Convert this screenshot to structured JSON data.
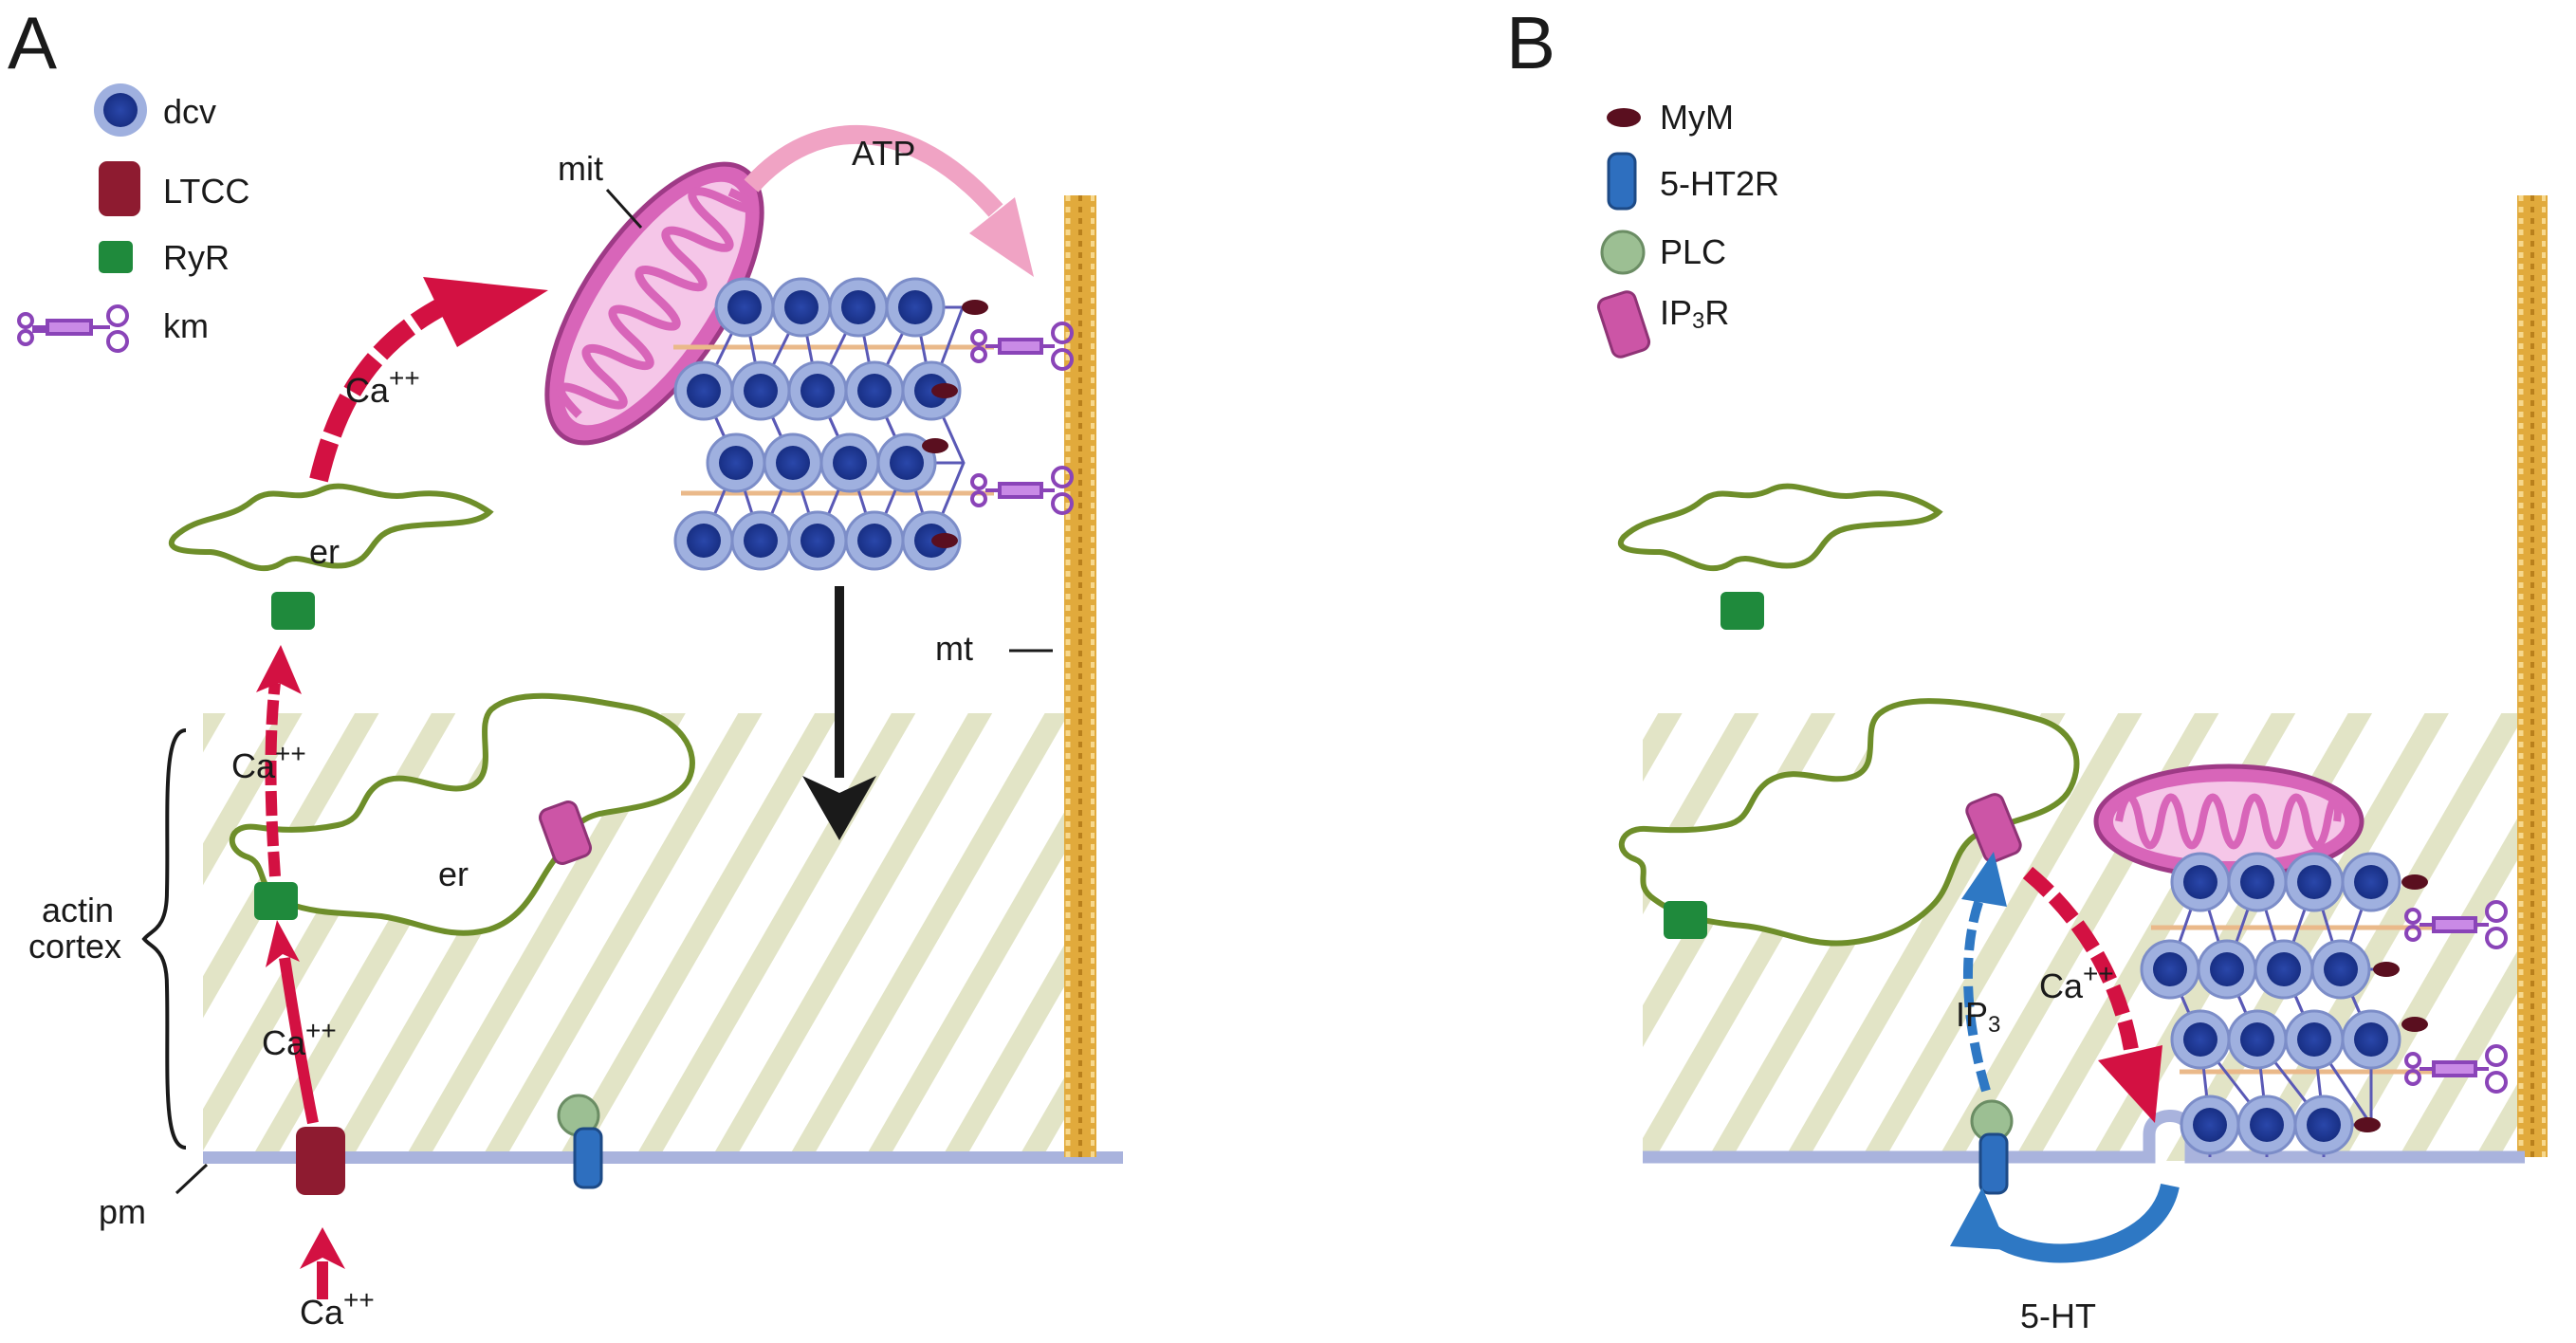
{
  "panel_a": {
    "letter": "A",
    "legend": [
      {
        "key": "dcv",
        "label": "dcv"
      },
      {
        "key": "ltcc",
        "label": "LTCC"
      },
      {
        "key": "ryr",
        "label": "RyR"
      },
      {
        "key": "km",
        "label": "km"
      }
    ],
    "labels": {
      "mit": "mit",
      "atp": "ATP",
      "er_upper": "er",
      "er_lower": "er",
      "mt": "mt",
      "pm": "pm",
      "actin_line1": "actin",
      "actin_line2": "cortex",
      "ca_base": "Ca",
      "ca_sup": "++"
    }
  },
  "panel_b": {
    "letter": "B",
    "legend": [
      {
        "key": "mym",
        "label": "MyM"
      },
      {
        "key": "ht2r",
        "label": "5-HT2R"
      },
      {
        "key": "plc",
        "label": "PLC"
      },
      {
        "key": "ip3r",
        "label": "IP3R",
        "display_main": "IP",
        "display_sub": "3",
        "display_tail": "R"
      }
    ],
    "labels": {
      "ip3_main": "IP",
      "ip3_sub": "3",
      "ca_base": "Ca",
      "ca_sup": "++",
      "serotonin": "5-HT"
    }
  },
  "colors": {
    "ca_arrow": "#d31142",
    "ip3_arrow": "#2e78c4",
    "atp_arrow": "#f0a3c4",
    "ltcc": "#8e1b30",
    "ryr": "#1f8a3c",
    "dcv_core": "#1f3c9c",
    "dcv_rim": "#9fb0df",
    "microtubule": "#e1aa3c",
    "membrane": "#a9b3dd",
    "er_outline": "#6e8e2a",
    "mito_fill": "#d865b9",
    "actin_stripes": "#e2e4c6",
    "plc": "#9cbf93",
    "receptor_5ht2r": "#2e6fbf",
    "ip3r": "#cc55a6",
    "mym": "#5a0f1f",
    "km": "#8a44b8"
  }
}
